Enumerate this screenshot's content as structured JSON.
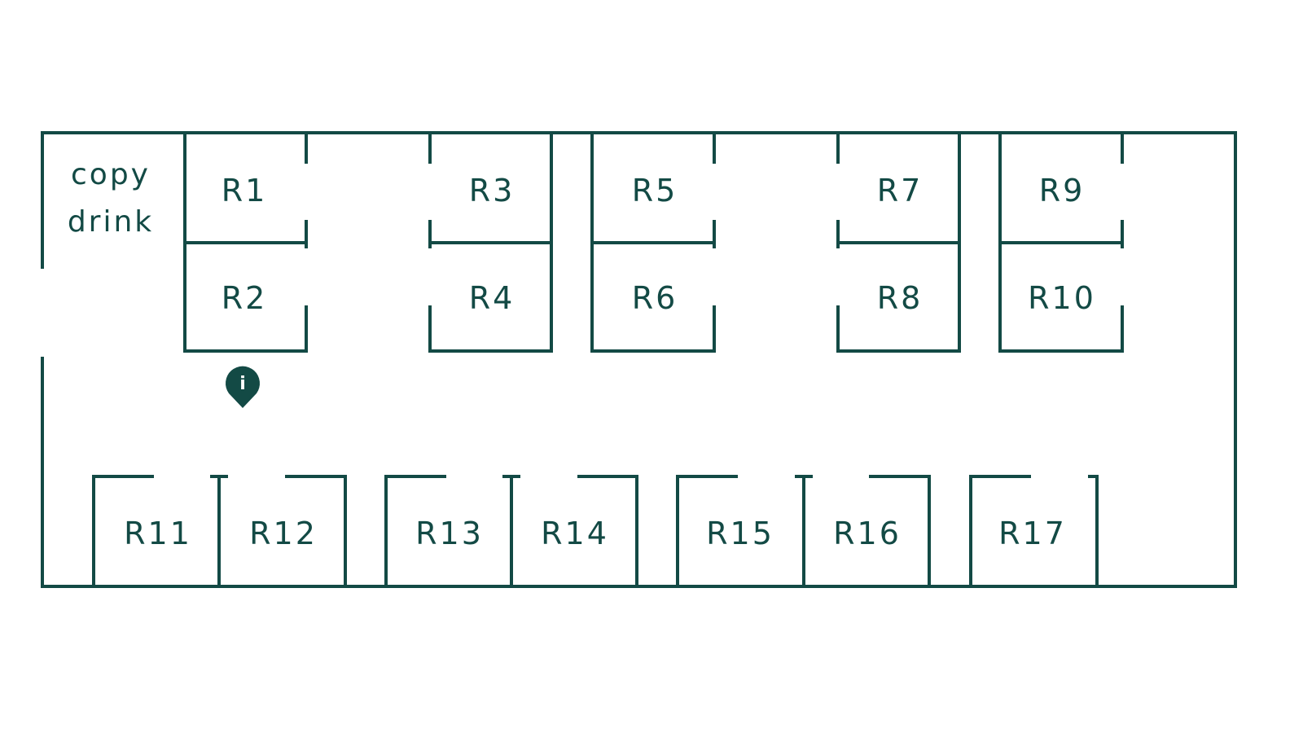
{
  "colors": {
    "wall": "#134a45",
    "marker": "#134a45",
    "background": "#ffffff"
  },
  "amenity_area": {
    "line1": "copy",
    "line2": "drink"
  },
  "rooms": [
    {
      "label": "R1"
    },
    {
      "label": "R2"
    },
    {
      "label": "R3"
    },
    {
      "label": "R4"
    },
    {
      "label": "R5"
    },
    {
      "label": "R6"
    },
    {
      "label": "R7"
    },
    {
      "label": "R8"
    },
    {
      "label": "R9"
    },
    {
      "label": "R10"
    },
    {
      "label": "R11"
    },
    {
      "label": "R12"
    },
    {
      "label": "R13"
    },
    {
      "label": "R14"
    },
    {
      "label": "R15"
    },
    {
      "label": "R16"
    },
    {
      "label": "R17"
    }
  ],
  "marker": {
    "icon": "info-pin-icon",
    "glyph": "i"
  }
}
